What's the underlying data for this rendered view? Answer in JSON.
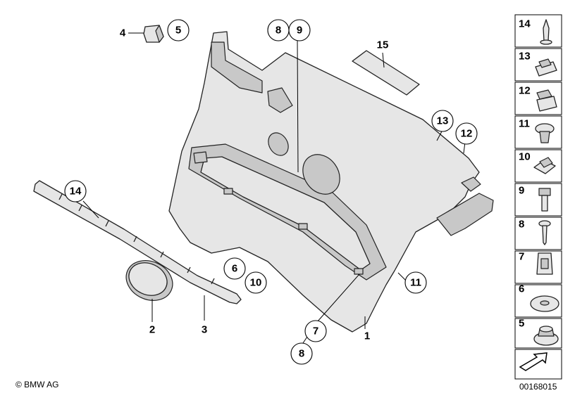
{
  "callouts": {
    "c1": "1",
    "c2": "2",
    "c3": "3",
    "c4": "4",
    "c5": "5",
    "c6": "6",
    "c7": "7",
    "c8a": "8",
    "c8b": "8",
    "c9": "9",
    "c10": "10",
    "c11": "11",
    "c12": "12",
    "c13": "13",
    "c14": "14",
    "c15": "15"
  },
  "sidebar": {
    "items": [
      {
        "num": "14",
        "icon": "pin-icon"
      },
      {
        "num": "13",
        "icon": "clip-icon"
      },
      {
        "num": "12",
        "icon": "clip-icon"
      },
      {
        "num": "11",
        "icon": "expanding-rivet-icon"
      },
      {
        "num": "10",
        "icon": "clip-nut-icon"
      },
      {
        "num": "9",
        "icon": "bolt-icon"
      },
      {
        "num": "8",
        "icon": "screw-icon"
      },
      {
        "num": "7",
        "icon": "clip-icon"
      },
      {
        "num": "6",
        "icon": "washer-icon"
      },
      {
        "num": "5",
        "icon": "nut-icon"
      }
    ]
  },
  "footer": {
    "copyright": "© BMW AG",
    "diagram_id": "00168015"
  }
}
